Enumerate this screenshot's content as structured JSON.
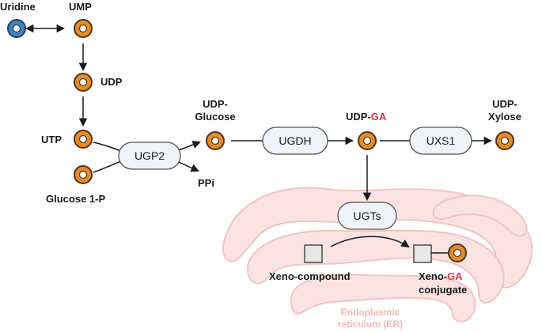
{
  "colors": {
    "metabolite_fill": "#e98a22",
    "metabolite_stroke": "#4a3520",
    "uridine_fill": "#3c84c4",
    "enzyme_fill": "#eef4f7",
    "enzyme_stroke": "#555555",
    "er_fill": "#fbe3e1",
    "er_stroke": "#f2c4c2",
    "er_label": "#f2b8b8",
    "highlight_red": "#e8323c",
    "square_fill": "#e6e8e6"
  },
  "nodes": {
    "uridine": "Uridine",
    "ump": "UMP",
    "udp": "UDP",
    "utp": "UTP",
    "glucose1p": "Glucose 1-P",
    "udp_glucose_line1": "UDP-",
    "udp_glucose_line2": "Glucose",
    "ppi": "PPi",
    "udp_ga_prefix": "UDP-",
    "udp_ga_suffix": "GA",
    "udp_xylose_line1": "UDP-",
    "udp_xylose_line2": "Xylose",
    "xeno_compound": "Xeno-compound",
    "xeno_ga_prefix": "Xeno-",
    "xeno_ga_suffix": "GA",
    "xeno_ga_line2": "conjugate"
  },
  "enzymes": {
    "ugp2": "UGP2",
    "ugdh": "UGDH",
    "uxs1": "UXS1",
    "ugts": "UGTs"
  },
  "er": {
    "line1": "Endoplasmic",
    "line2": "reticulum (ER)"
  }
}
